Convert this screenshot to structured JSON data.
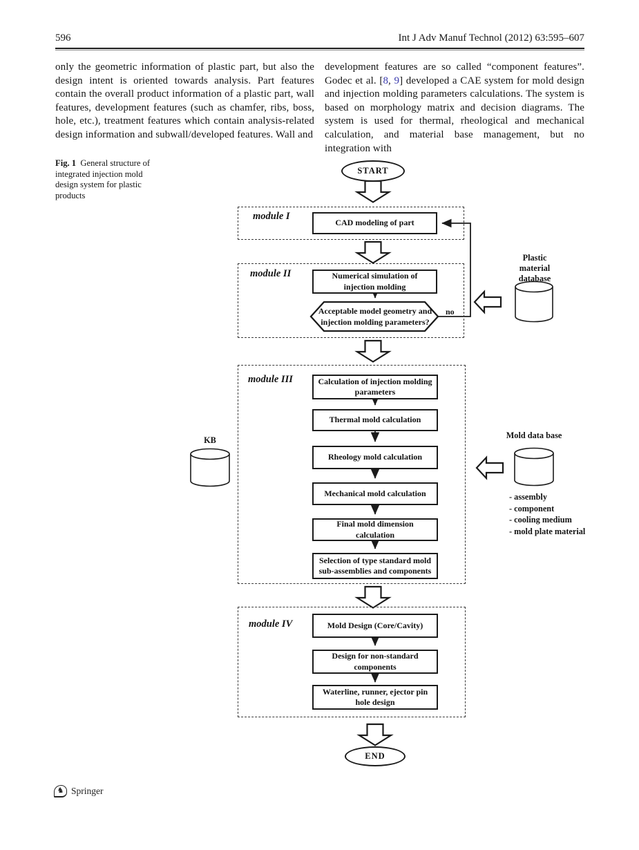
{
  "header": {
    "page_number": "596",
    "journal": "Int J Adv Manuf Technol (2012) 63:595–607"
  },
  "columns": {
    "left_text": "only the geometric information of plastic part, but also the design intent is oriented towards analysis. Part features contain the overall product information of a plastic part, wall features, development features (such as chamfer, ribs, boss, hole, etc.), treatment features which contain analysis-related design information and subwall/developed features. Wall and",
    "right": {
      "before": "development features are so called “component features”. Godec et al. [",
      "cite1": "8",
      "cite_sep": ", ",
      "cite2": "9",
      "after": "] developed a CAE system for mold design and injection molding parameters calculations. The system is based on morphology matrix and decision diagrams. The system is used for thermal, rheological and mechanical calculation, and material base management, but no integration with"
    }
  },
  "figure": {
    "caption_label": "Fig. 1",
    "caption_text": "General structure of integrated injection mold design system for plastic products",
    "start_label": "START",
    "end_label": "END",
    "modules": {
      "m1": "module I",
      "m2": "module II",
      "m3": "module III",
      "m4": "module IV"
    },
    "boxes": {
      "cad": "CAD modeling of part",
      "numsim": "Numerical simulation of injection molding",
      "decision": "Acceptable model geometry and injection molding parameters?",
      "no_label": "no",
      "calc_params": "Calculation of injection molding parameters",
      "thermal": "Thermal mold calculation",
      "rheology": "Rheology mold calculation",
      "mechanical": "Mechanical mold calculation",
      "final_dim": "Final mold dimension calculation",
      "selection": "Selection of type standard mold sub-assemblies and components",
      "mold_design": "Mold Design (Core/Cavity)",
      "non_standard": "Design for non-standard components",
      "waterline": "Waterline, runner, ejector pin hole design"
    },
    "databases": {
      "plastic_label": "Plastic material database",
      "kb_label": "KB",
      "mold_label": "Mold data base",
      "mold_items": [
        "- assembly",
        "- component",
        "- cooling medium",
        "- mold plate material"
      ]
    }
  },
  "footer": {
    "publisher": "Springer",
    "logo_glyph": "♞"
  },
  "colors": {
    "ink": "#1b1b1b",
    "citation_link": "#3a3aad"
  }
}
